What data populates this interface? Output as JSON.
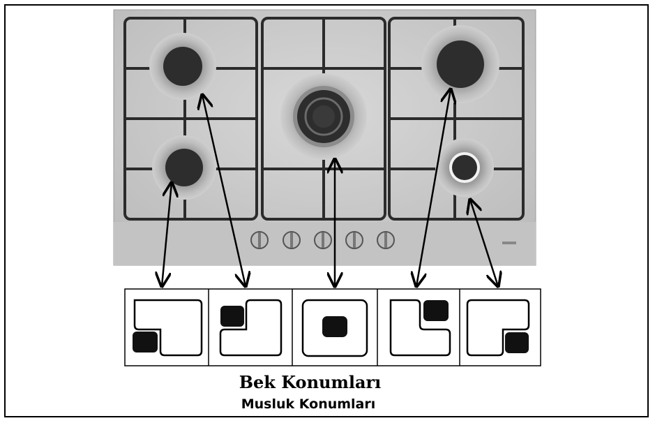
{
  "labels": {
    "burner_positions": "Bek Konumları",
    "tap_positions": "Musluk Konumları"
  },
  "colors": {
    "steel": "#c9c9c9",
    "grate": "#2b2b2b",
    "burner_cap": "#2d2d2d",
    "ring": "#a8a8a8",
    "outline": "#000000"
  },
  "icons": [
    "hob-photo",
    "burner-icon",
    "knob-icon",
    "double-arrow-icon",
    "position-diagram-icon"
  ],
  "position_diagrams": [
    {
      "id": "rear-left",
      "burner": "left-front"
    },
    {
      "id": "front-left",
      "burner": "left-rear"
    },
    {
      "id": "center",
      "burner": "center"
    },
    {
      "id": "right-rear",
      "burner": "right-rear"
    },
    {
      "id": "right-front",
      "burner": "right-front"
    }
  ]
}
